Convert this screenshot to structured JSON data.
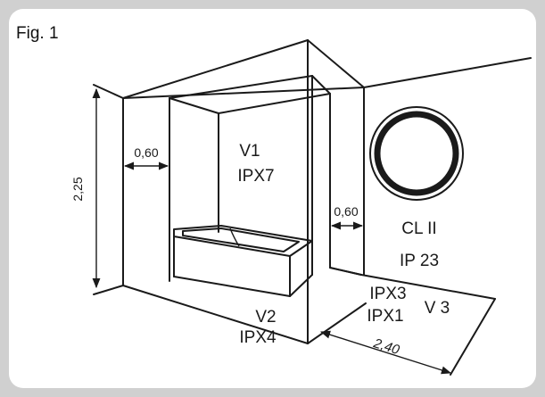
{
  "figure": {
    "label": "Fig. 1"
  },
  "zones": {
    "v1": {
      "name": "V1",
      "rating": "IPX7"
    },
    "v2": {
      "name": "V2",
      "rating": "IPX4"
    },
    "v3": {
      "name": "V 3",
      "rating_a": "IPX3",
      "rating_b": "IPX1"
    }
  },
  "dimensions": {
    "height": "2,25",
    "clearance_left": "0,60",
    "clearance_right": "0,60",
    "depth": "2,40"
  },
  "fixture": {
    "class": "CL II",
    "rating": "IP 23"
  }
}
